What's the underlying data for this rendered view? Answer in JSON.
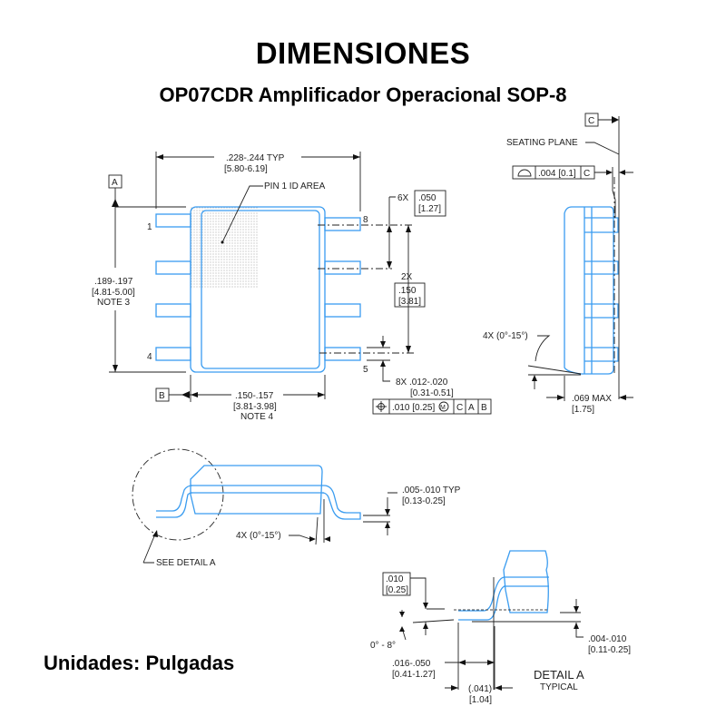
{
  "header": {
    "title": "DIMENSIONES",
    "subtitle": "OP07CDR Amplificador Operacional SOP-8"
  },
  "footer": {
    "units": "Unidades: Pulgadas"
  },
  "top_view": {
    "width_dim": ".228-.244  TYP",
    "width_dim_mm": "[5.80-6.19]",
    "pin1_label": "PIN 1 ID AREA",
    "datum_a": "A",
    "datum_b": "B",
    "length_dim": ".189-.197",
    "length_dim_mm": "[4.81-5.00]",
    "length_note": "NOTE 3",
    "body_width_dim": ".150-.157",
    "body_width_dim_mm": "[3.81-3.98]",
    "body_width_note": "NOTE 4",
    "pin_numbers": [
      "1",
      "4",
      "8",
      "5"
    ],
    "pitch_count": "6X",
    "pitch": ".050",
    "pitch_mm": "[1.27]",
    "span_count": "2X",
    "span": ".150",
    "span_mm": "[3.81]",
    "lead_width": "8X .012-.020",
    "lead_width_mm": "[0.31-0.51]",
    "fcf": {
      "symbol": "position-icon",
      "tol": ".010 [0.25]",
      "modifier": "M",
      "refs": [
        "C",
        "A",
        "B"
      ]
    }
  },
  "side_view": {
    "datum_c": "C",
    "seating_plane": "SEATING PLANE",
    "fcf": {
      "symbol": "profile-icon",
      "tol": ".004 [0.1]",
      "ref": "C"
    },
    "angle": "4X (0°-15°)",
    "height": ".069 MAX",
    "height_mm": "[1.75]"
  },
  "front_view": {
    "thickness": ".005-.010  TYP",
    "thickness_mm": "[0.13-0.25]",
    "angle": "4X (0°-15°)",
    "see_detail": "SEE DETAIL A"
  },
  "detail_a": {
    "gauge": ".010",
    "gauge_mm": "[0.25]",
    "angle": "0° - 8°",
    "foot": ".016-.050",
    "foot_mm": "[0.41-1.27]",
    "footprint": "(.041)",
    "footprint_mm": "[1.04]",
    "standoff": ".004-.010",
    "standoff_mm": "[0.11-0.25]",
    "title": "DETAIL A",
    "subtitle": "TYPICAL"
  }
}
